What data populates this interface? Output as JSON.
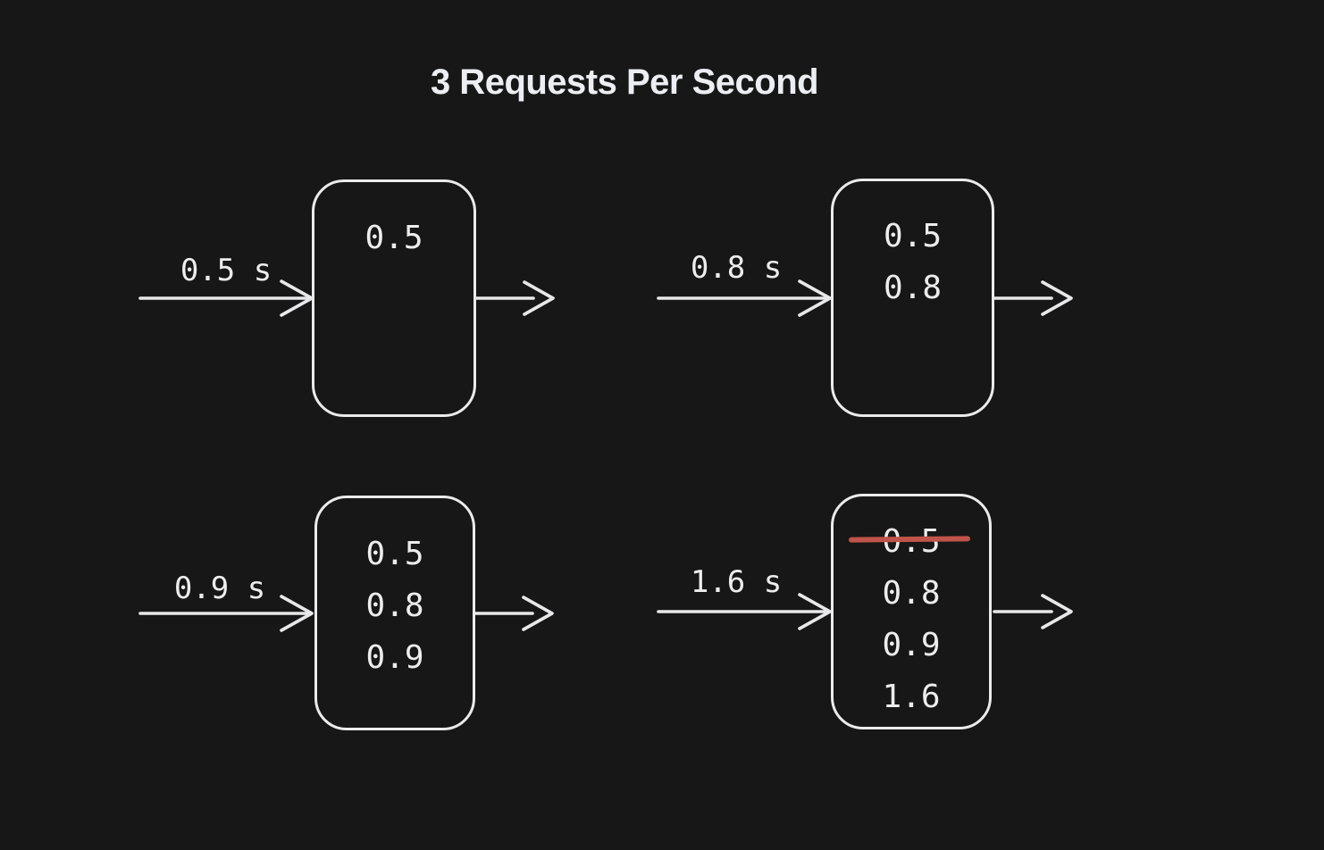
{
  "title": "3 Requests Per Second",
  "colors": {
    "background": "#171717",
    "stroke": "#ebebeb",
    "text": "#ededed",
    "strike_red": "#c0544a"
  },
  "panels": [
    {
      "id": "top-left",
      "arrow_label": "0.5 s",
      "entries": [
        "0.5"
      ]
    },
    {
      "id": "top-right",
      "arrow_label": "0.8 s",
      "entries": [
        "0.5",
        "0.8"
      ]
    },
    {
      "id": "bottom-left",
      "arrow_label": "0.9 s",
      "entries": [
        "0.5",
        "0.8",
        "0.9"
      ]
    },
    {
      "id": "bottom-right",
      "arrow_label": "1.6 s",
      "entries": [
        "0.5",
        "0.8",
        "0.9",
        "1.6"
      ],
      "struck_entry": "0.5"
    }
  ]
}
